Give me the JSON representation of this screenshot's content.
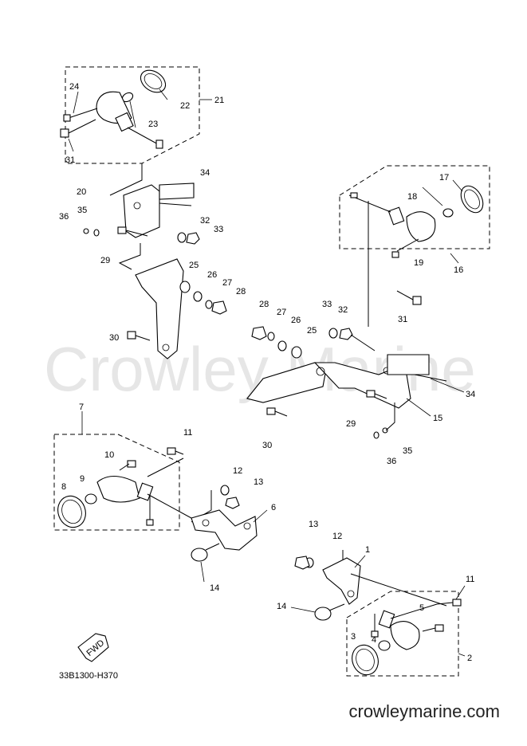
{
  "watermark": "Crowley Marine",
  "drawing_code": "33B1300-H370",
  "arrow_label": "FWD",
  "footer": "crowleymarine.com",
  "callouts": {
    "c1": "1",
    "c2": "2",
    "c3": "3",
    "c4": "4",
    "c5": "5",
    "c6": "6",
    "c7": "7",
    "c8": "8",
    "c9": "9",
    "c10": "10",
    "c11a": "11",
    "c11b": "11",
    "c12a": "12",
    "c12b": "12",
    "c13a": "13",
    "c13b": "13",
    "c14a": "14",
    "c14b": "14",
    "c15": "15",
    "c16": "16",
    "c17": "17",
    "c18": "18",
    "c19": "19",
    "c20": "20",
    "c21": "21",
    "c22": "22",
    "c23": "23",
    "c24": "24",
    "c25a": "25",
    "c25b": "25",
    "c26a": "26",
    "c26b": "26",
    "c27a": "27",
    "c27b": "27",
    "c28a": "28",
    "c28b": "28",
    "c29a": "29",
    "c29b": "29",
    "c30a": "30",
    "c30b": "30",
    "c31a": "31",
    "c31b": "31",
    "c32a": "32",
    "c32b": "32",
    "c33a": "33",
    "c33b": "33",
    "c34a": "34",
    "c34b": "34",
    "c35a": "35",
    "c35b": "35",
    "c36a": "36",
    "c36b": "36"
  }
}
